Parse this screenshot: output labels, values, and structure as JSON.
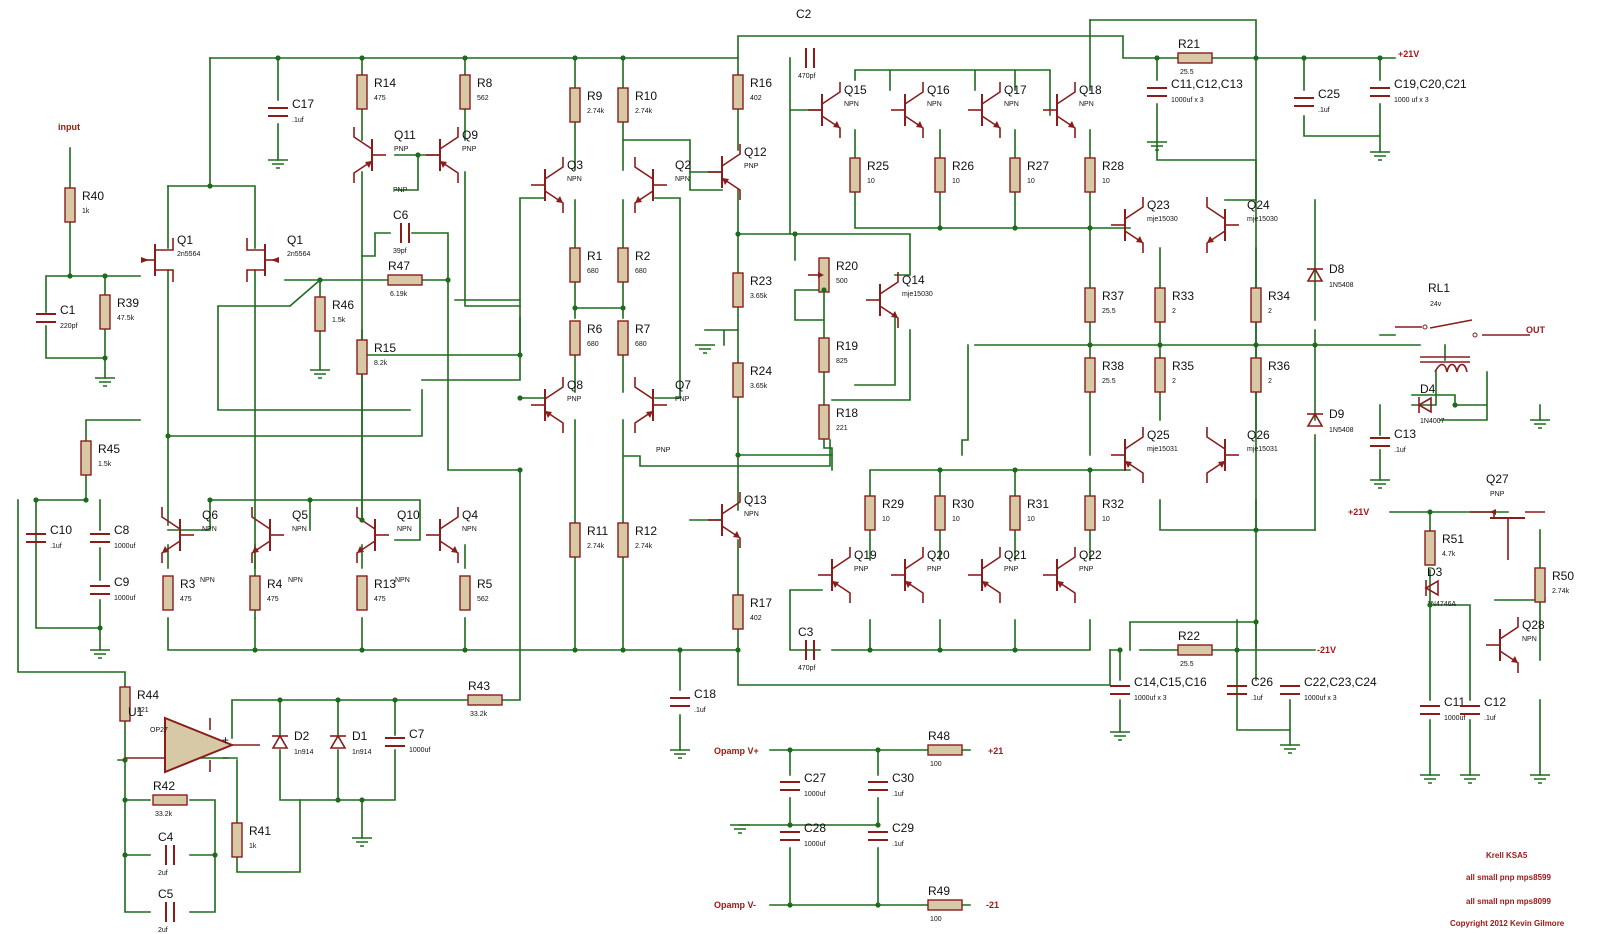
{
  "nets": {
    "input": "input",
    "out": "OUT",
    "vplus": "+21V",
    "vminus": "-21V",
    "vplus_c": "+21V",
    "opamp_vp": "Opamp V+",
    "opamp_vm": "Opamp V-",
    "p21": "+21",
    "m21": "-21"
  },
  "res": {
    "R40": [
      "R40",
      "1k"
    ],
    "R39": [
      "R39",
      "47.5k"
    ],
    "R14": [
      "R14",
      "475"
    ],
    "R8": [
      "R8",
      "562"
    ],
    "R9": [
      "R9",
      "2.74k"
    ],
    "R10": [
      "R10",
      "2.74k"
    ],
    "R16": [
      "R16",
      "402"
    ],
    "R15": [
      "R15",
      "8.2k"
    ],
    "R46": [
      "R46",
      "1.5k"
    ],
    "R47": [
      "R47",
      "6.19k"
    ],
    "R1": [
      "R1",
      "680"
    ],
    "R2": [
      "R2",
      "680"
    ],
    "R6": [
      "R6",
      "680"
    ],
    "R7": [
      "R7",
      "680"
    ],
    "R23": [
      "R23",
      "3.65k"
    ],
    "R24": [
      "R24",
      "3.65k"
    ],
    "R20": [
      "R20",
      "500"
    ],
    "R19": [
      "R19",
      "825"
    ],
    "R18": [
      "R18",
      "221"
    ],
    "R25": [
      "R25",
      "10"
    ],
    "R26": [
      "R26",
      "10"
    ],
    "R27": [
      "R27",
      "10"
    ],
    "R28": [
      "R28",
      "10"
    ],
    "R21": [
      "R21",
      "25.5"
    ],
    "R37": [
      "R37",
      "25.5"
    ],
    "R33": [
      "R33",
      "2"
    ],
    "R34": [
      "R34",
      "2"
    ],
    "R38": [
      "R38",
      "25.5"
    ],
    "R35": [
      "R35",
      "2"
    ],
    "R36": [
      "R36",
      "2"
    ],
    "R45": [
      "R45",
      "1.5k"
    ],
    "R3": [
      "R3",
      "475"
    ],
    "R4": [
      "R4",
      "475"
    ],
    "R13": [
      "R13",
      "475"
    ],
    "R5": [
      "R5",
      "562"
    ],
    "R11": [
      "R11",
      "2.74k"
    ],
    "R12": [
      "R12",
      "2.74k"
    ],
    "R17": [
      "R17",
      "402"
    ],
    "R29": [
      "R29",
      "10"
    ],
    "R30": [
      "R30",
      "10"
    ],
    "R31": [
      "R31",
      "10"
    ],
    "R32": [
      "R32",
      "10"
    ],
    "R22": [
      "R22",
      "25.5"
    ],
    "R43": [
      "R43",
      "33.2k"
    ],
    "R44": [
      "R44",
      "221"
    ],
    "R42": [
      "R42",
      "33.2k"
    ],
    "R41": [
      "R41",
      "1k"
    ],
    "R48": [
      "R48",
      "100"
    ],
    "R49": [
      "R49",
      "100"
    ],
    "R51": [
      "R51",
      "4.7k"
    ],
    "R50": [
      "R50",
      "2.74k"
    ]
  },
  "caps": {
    "C1": [
      "C1",
      "220pf"
    ],
    "C17": [
      "C17",
      ".1uf"
    ],
    "C6": [
      "C6",
      "39pf"
    ],
    "C2": [
      "C2",
      ""
    ],
    "C2v": [
      "",
      "470pf"
    ],
    "C11a": [
      "C11,C12,C13",
      "1000uf x 3"
    ],
    "C25": [
      "C25",
      ".1uf"
    ],
    "C19": [
      "C19,C20,C21",
      "1000 uf x 3"
    ],
    "C10": [
      "C10",
      ".1uf"
    ],
    "C8": [
      "C8",
      "1000uf"
    ],
    "C9": [
      "C9",
      "1000uf"
    ],
    "C18": [
      "C18",
      ".1uf"
    ],
    "C3": [
      "C3",
      "470pf"
    ],
    "C14": [
      "C14,C15,C16",
      "1000uf x 3"
    ],
    "C26": [
      "C26",
      ".1uf"
    ],
    "C22": [
      "C22,C23,C24",
      "1000uf x 3"
    ],
    "C7": [
      "C7",
      "1000uf"
    ],
    "C4": [
      "C4",
      "2uf"
    ],
    "C5": [
      "C5",
      "2uf"
    ],
    "C27": [
      "C27",
      "1000uf"
    ],
    "C30": [
      "C30",
      ".1uf"
    ],
    "C28": [
      "C28",
      "1000uf"
    ],
    "C29": [
      "C29",
      ".1uf"
    ],
    "C13": [
      "C13",
      ".1uf"
    ],
    "C11b": [
      "C11",
      "1000uf"
    ],
    "C12": [
      "C12",
      ".1uf"
    ]
  },
  "trans": {
    "Q1a": [
      "Q1",
      "2n5564"
    ],
    "Q1b": [
      "Q1",
      "2n5564"
    ],
    "Q11": [
      "Q11",
      "PNP"
    ],
    "Q9": [
      "Q9",
      "PNP"
    ],
    "Q3": [
      "Q3",
      "NPN"
    ],
    "Q2": [
      "Q2",
      "NPN"
    ],
    "Q12": [
      "Q12",
      "PNP"
    ],
    "Q15": [
      "Q15",
      "NPN"
    ],
    "Q16": [
      "Q16",
      "NPN"
    ],
    "Q17": [
      "Q17",
      "NPN"
    ],
    "Q18": [
      "Q18",
      "NPN"
    ],
    "Q14": [
      "Q14",
      "mje15030"
    ],
    "Q23": [
      "Q23",
      "mje15030"
    ],
    "Q24": [
      "Q24",
      "mje15030"
    ],
    "Q8": [
      "Q8",
      "PNP"
    ],
    "Q7": [
      "Q7",
      "PNP"
    ],
    "Q6": [
      "Q6",
      "NPN"
    ],
    "Q5": [
      "Q5",
      "NPN"
    ],
    "Q10": [
      "Q10",
      "NPN"
    ],
    "Q4": [
      "Q4",
      "NPN"
    ],
    "Q13": [
      "Q13",
      "NPN"
    ],
    "Q25": [
      "Q25",
      "mje15031"
    ],
    "Q26": [
      "Q26",
      "mje15031"
    ],
    "Q19": [
      "Q19",
      "PNP"
    ],
    "Q20": [
      "Q20",
      "PNP"
    ],
    "Q21": [
      "Q21",
      "PNP"
    ],
    "Q22": [
      "Q22",
      "PNP"
    ],
    "Q27": [
      "Q27",
      "PNP"
    ],
    "Q28": [
      "Q28",
      "NPN"
    ]
  },
  "diodes": {
    "D8": [
      "D8",
      "1N5408"
    ],
    "D9": [
      "D9",
      "1N5408"
    ],
    "D4": [
      "D4",
      "1N4007"
    ],
    "D3": [
      "D3",
      "1N4746A"
    ],
    "D2": [
      "D2",
      "1n914"
    ],
    "D1": [
      "D1",
      "1n914"
    ]
  },
  "misc": {
    "U1": "U1",
    "U1v": "OP27",
    "RL1": "RL1",
    "RL1v": "24v",
    "pnp_lbl": "PNP",
    "npn_lbl": "NPN"
  },
  "notes": {
    "title": "Krell KSA5",
    "pnp": "all small pnp mps8599",
    "npn": "all small npn mps8099",
    "copyright": "Copyright 2012 Kevin Gilmore"
  }
}
